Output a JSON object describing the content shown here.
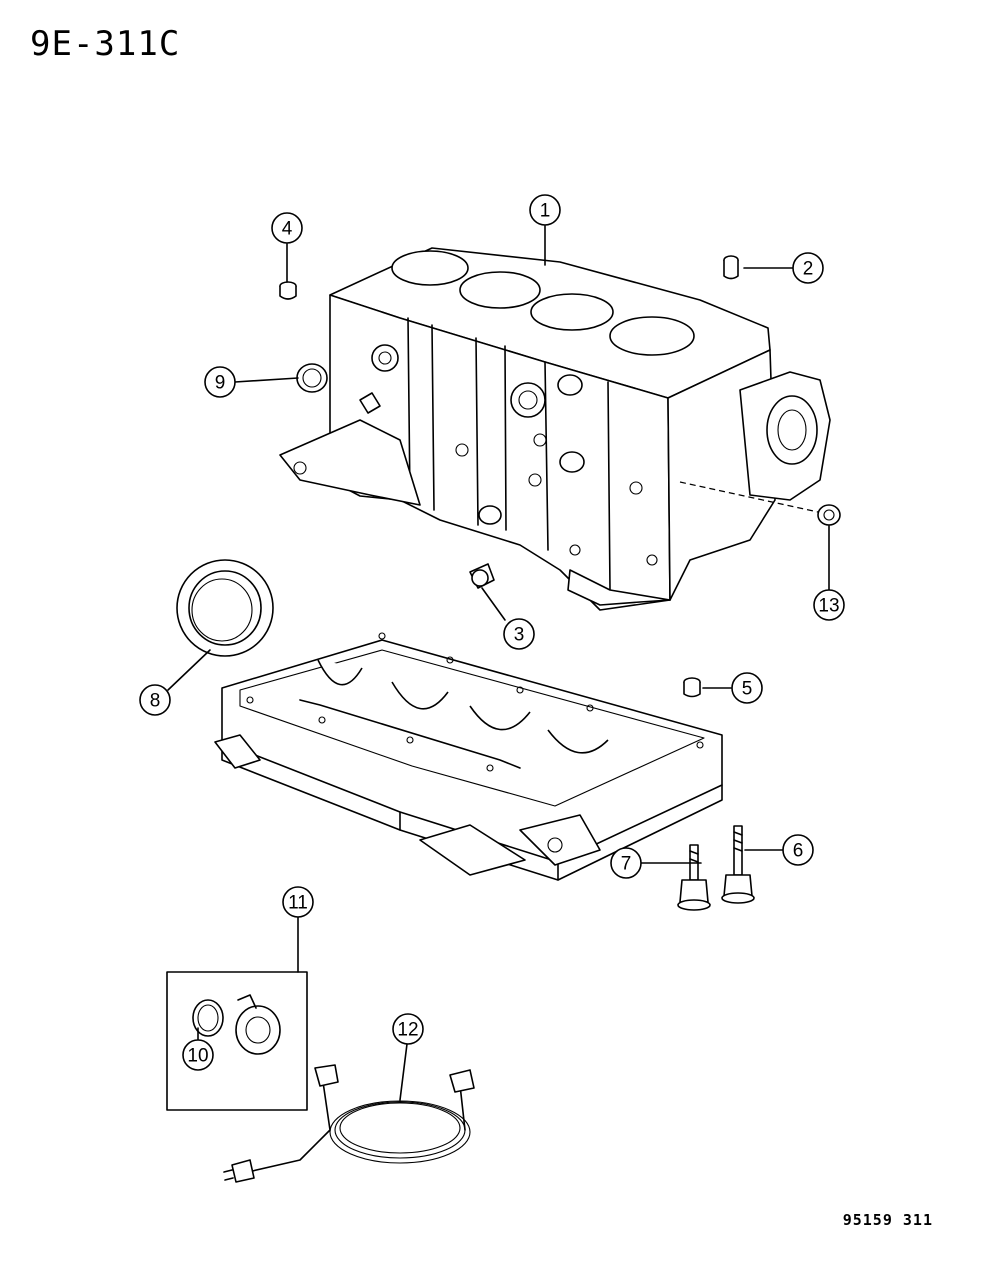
{
  "diagram_code": "9E-311C",
  "footer_code": "95159 311",
  "callouts": [
    "1",
    "2",
    "3",
    "4",
    "5",
    "6",
    "7",
    "8",
    "9",
    "10",
    "11",
    "12",
    "13"
  ]
}
